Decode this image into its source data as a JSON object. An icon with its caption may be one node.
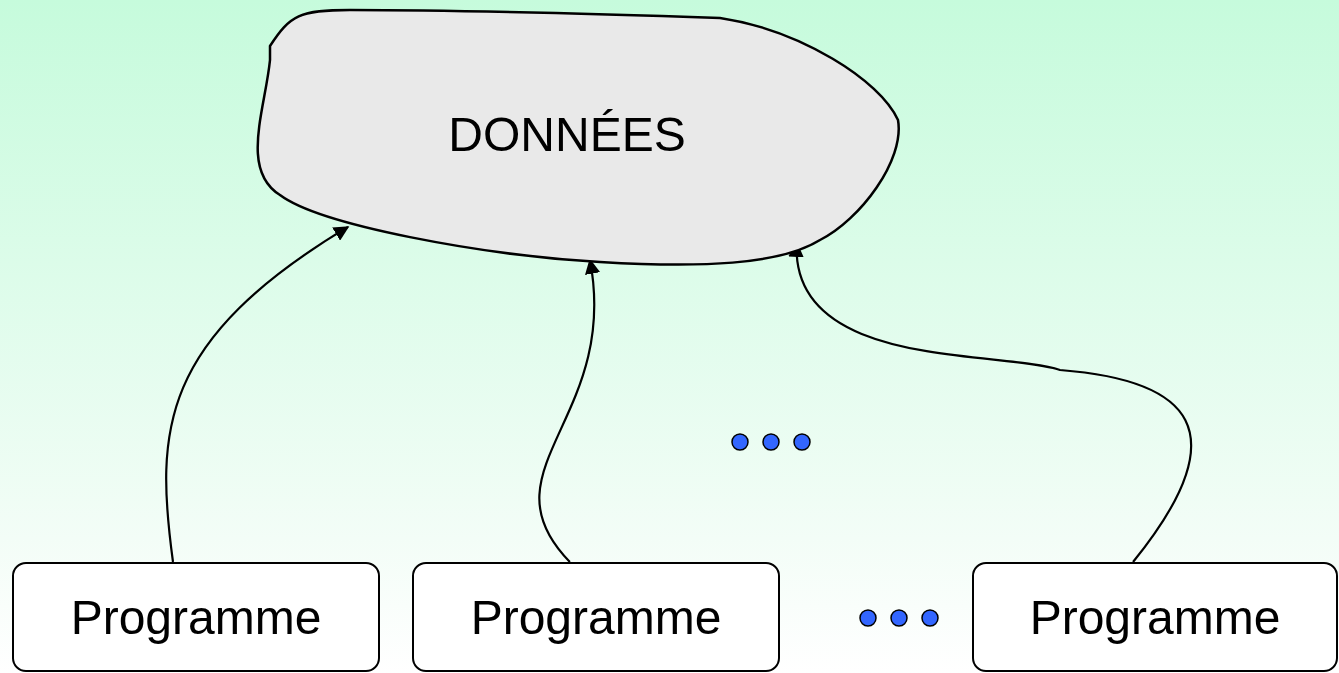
{
  "diagram": {
    "nodes": [
      {
        "text": [
          "DONNÉES"
        ]
      },
      {
        "text": [
          "Programme"
        ]
      },
      {
        "text": [
          "Programme"
        ]
      },
      {
        "text": [
          "Programme"
        ]
      }
    ],
    "edges": [
      {
        "from": 1,
        "to": 0,
        "arrow": "to"
      },
      {
        "from": 2,
        "to": 0,
        "arrow": "to"
      },
      {
        "from": 3,
        "to": 0,
        "arrow": "to"
      }
    ]
  }
}
